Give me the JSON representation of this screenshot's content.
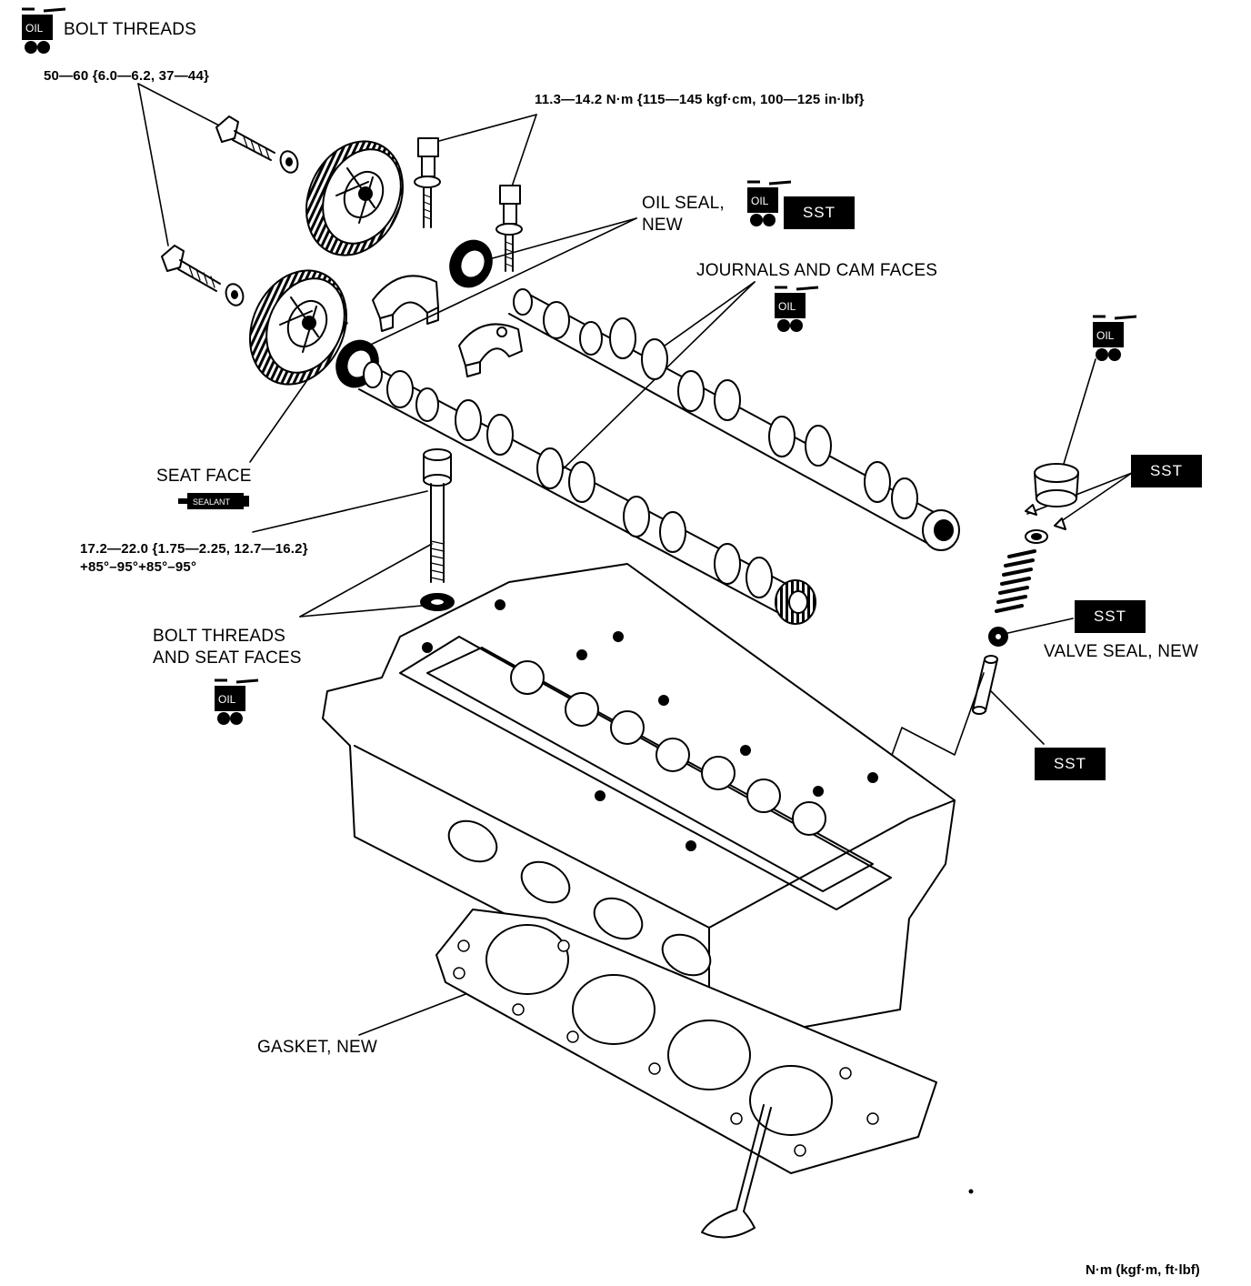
{
  "labels": {
    "bolt_threads_top": "BOLT THREADS",
    "torque_sprocket_bolt": "50—60 {6.0—6.2, 37—44}",
    "torque_cap_bolt": "11.3—14.2 N·m {115—145 kgf·cm, 100—125 in·lbf}",
    "oil_seal_line1": "OIL SEAL,",
    "oil_seal_line2": "NEW",
    "journals": "JOURNALS AND CAM FACES",
    "seat_face": "SEAT FACE",
    "torque_head_bolt_line1": "17.2—22.0 {1.75—2.25, 12.7—16.2}",
    "torque_head_bolt_line2": "+85°–95°+85°–95°",
    "bolt_threads_seat_line1": "BOLT THREADS",
    "bolt_threads_seat_line2": "AND SEAT FACES",
    "valve_seal": "VALVE SEAL, NEW",
    "gasket": "GASKET, NEW",
    "units": "N·m (kgf·m, ft·lbf)"
  },
  "sst_badges": {
    "b1": "SST",
    "b2": "SST",
    "b3": "SST",
    "b4": "SST"
  },
  "icons": {
    "oil_can_text": "OIL",
    "sealant_text": "SEALANT"
  },
  "colors": {
    "ink": "#000000",
    "paper": "#ffffff"
  }
}
